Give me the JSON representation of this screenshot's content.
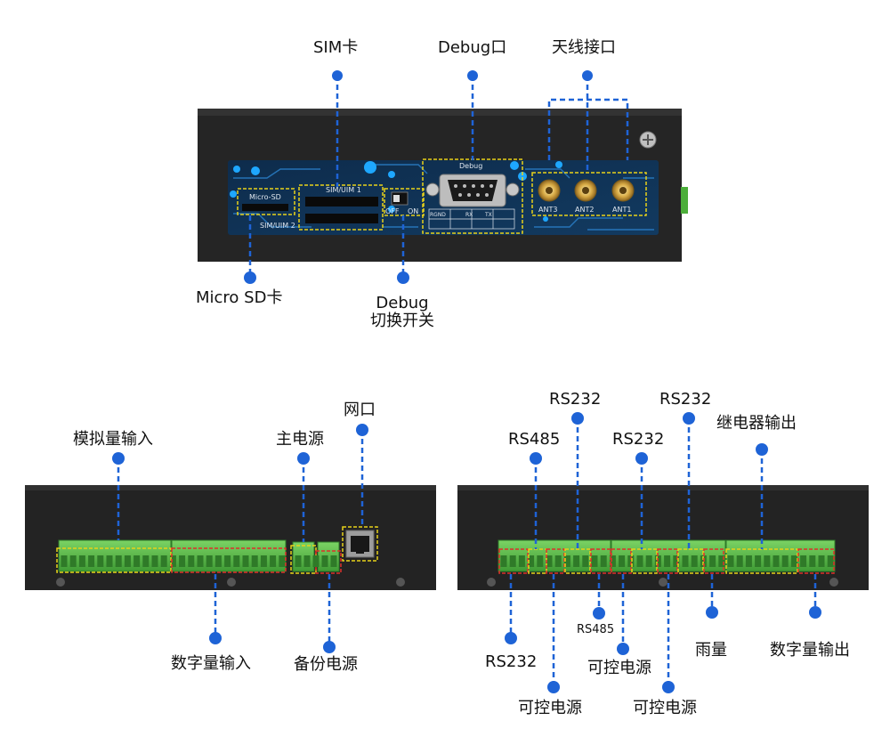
{
  "top_panel": {
    "labels": {
      "sim_card": "SIM卡",
      "debug_port": "Debug口",
      "antenna_port": "天线接口",
      "micro_sd": "Micro SD卡",
      "debug_switch_line1": "Debug",
      "debug_switch_line2": "切换开关"
    },
    "silkscreen": {
      "micro_sd": "Micro-SD",
      "sim1": "SIM/UIM 1",
      "sim2": "SIM/UIM 2",
      "off": "OFF",
      "on": "ON",
      "debug": "Debug",
      "rgnd": "RGND",
      "rx": "RX",
      "tx": "TX",
      "ant3": "ANT3",
      "ant2": "ANT2",
      "ant1": "ANT1"
    }
  },
  "left_panel": {
    "labels": {
      "analog_input": "模拟量输入",
      "main_power": "主电源",
      "network_port": "网口",
      "digital_input": "数字量输入",
      "backup_power": "备份电源"
    }
  },
  "right_panel": {
    "labels": {
      "rs485_top": "RS485",
      "rs232_top1": "RS232",
      "rs232_top2": "RS232",
      "rs232_top3": "RS232",
      "relay_output": "继电器输出",
      "rs232_bottom": "RS232",
      "controllable_power1": "可控电源",
      "rs485_bottom": "RS485",
      "controllable_power2": "可控电源",
      "controllable_power3": "可控电源",
      "rainfall": "雨量",
      "digital_output": "数字量输出"
    }
  },
  "colors": {
    "accent_blue": "#1e63d6",
    "device_body": "#232323",
    "terminal_green": "#5fbf4d",
    "yellow_box": "#e8d21a",
    "red_box": "#e0302a",
    "pcb_blue": "#2a7fc8"
  }
}
